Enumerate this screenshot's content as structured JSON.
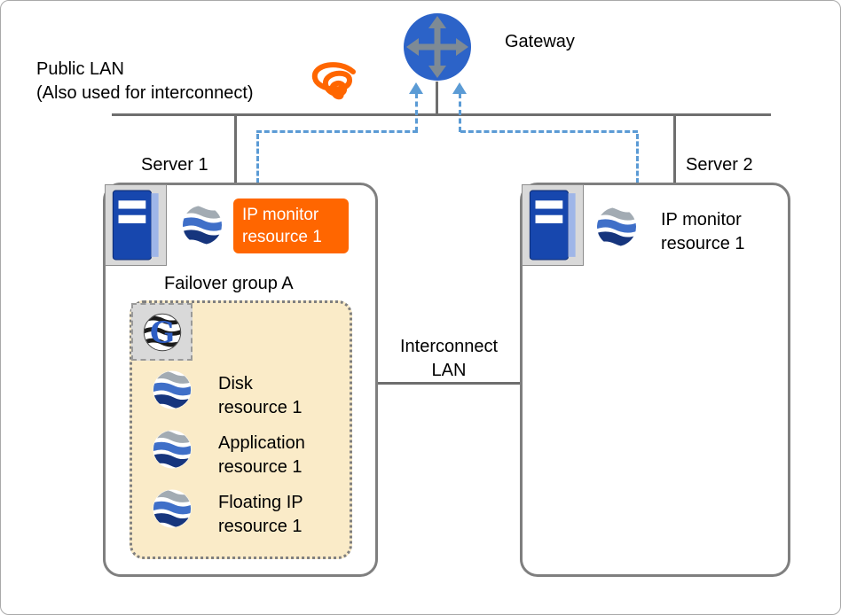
{
  "diagram": {
    "gateway_label": "Gateway",
    "public_lan": {
      "line1": "Public LAN",
      "line2": "(Also used for interconnect)"
    },
    "interconnect": {
      "line1": "Interconnect",
      "line2": "LAN"
    },
    "server1": {
      "name": "Server 1",
      "ip_monitor": {
        "line1": "IP monitor",
        "line2": "resource 1"
      },
      "failover_group": "Failover group A",
      "group_icon_letter": "G",
      "resources": [
        {
          "line1": "Disk",
          "line2": "resource 1"
        },
        {
          "line1": "Application",
          "line2": "resource 1"
        },
        {
          "line1": "Floating IP",
          "line2": "resource 1"
        }
      ]
    },
    "server2": {
      "name": "Server 2",
      "ip_monitor": {
        "line1": "IP monitor",
        "line2": "resource 1"
      }
    }
  },
  "colors": {
    "orange": "#ff6600",
    "dashed_blue": "#5b9bd5",
    "line_gray": "#6e6e6e",
    "group_fill": "#faebc8",
    "gateway_blue": "#2c63c8",
    "server_blue": "#1747ae"
  }
}
